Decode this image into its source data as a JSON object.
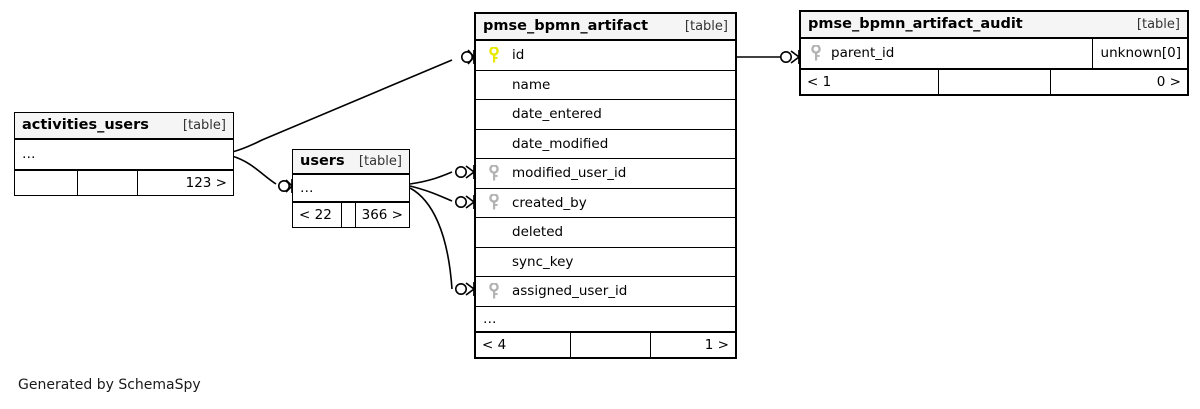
{
  "diagram": {
    "type": "entity-relationship-diagram",
    "generator_caption": "Generated by SchemaSpy",
    "table_kind_label": "[table]",
    "colors": {
      "primary_key": "#e8e800",
      "foreign_key": "#b3b3b3",
      "border": "#000000",
      "header_background": "#f5f5f5",
      "background": "#ffffff"
    }
  },
  "tables": {
    "activities_users": {
      "name": "activities_users",
      "kind": "[table]",
      "rows": [
        {
          "key": "none",
          "name": "…",
          "type": ""
        }
      ],
      "footer": {
        "left": "",
        "mid": "",
        "right": "123 >"
      }
    },
    "users": {
      "name": "users",
      "kind": "[table]",
      "rows": [
        {
          "key": "none",
          "name": "…",
          "type": ""
        }
      ],
      "footer": {
        "left": "< 22",
        "mid": "",
        "right": "366 >"
      }
    },
    "pmse_bpmn_artifact": {
      "name": "pmse_bpmn_artifact",
      "kind": "[table]",
      "rows": [
        {
          "key": "primary",
          "name": "id",
          "type": ""
        },
        {
          "key": "none",
          "name": "name",
          "type": ""
        },
        {
          "key": "none",
          "name": "date_entered",
          "type": ""
        },
        {
          "key": "none",
          "name": "date_modified",
          "type": ""
        },
        {
          "key": "foreign",
          "name": "modified_user_id",
          "type": ""
        },
        {
          "key": "foreign",
          "name": "created_by",
          "type": ""
        },
        {
          "key": "none",
          "name": "deleted",
          "type": ""
        },
        {
          "key": "none",
          "name": "sync_key",
          "type": ""
        },
        {
          "key": "foreign",
          "name": "assigned_user_id",
          "type": ""
        },
        {
          "key": "none",
          "name": "…",
          "type": ""
        }
      ],
      "footer": {
        "left": "< 4",
        "mid": "",
        "right": "1 >"
      }
    },
    "pmse_bpmn_artifact_audit": {
      "name": "pmse_bpmn_artifact_audit",
      "kind": "[table]",
      "rows": [
        {
          "key": "foreign",
          "name": "parent_id",
          "type": "unknown[0]"
        }
      ],
      "footer": {
        "left": "< 1",
        "mid": "",
        "right": "0 >"
      }
    }
  },
  "relationships": [
    {
      "from": "activities_users",
      "to": "pmse_bpmn_artifact.id",
      "notation": "crows-foot"
    },
    {
      "from": "activities_users",
      "to": "users",
      "notation": "crows-foot"
    },
    {
      "from": "users",
      "to": "pmse_bpmn_artifact.modified_user_id",
      "notation": "crows-foot"
    },
    {
      "from": "users",
      "to": "pmse_bpmn_artifact.created_by",
      "notation": "crows-foot"
    },
    {
      "from": "users",
      "to": "pmse_bpmn_artifact.assigned_user_id",
      "notation": "crows-foot"
    },
    {
      "from": "pmse_bpmn_artifact.id",
      "to": "pmse_bpmn_artifact_audit.parent_id",
      "notation": "crows-foot"
    }
  ]
}
